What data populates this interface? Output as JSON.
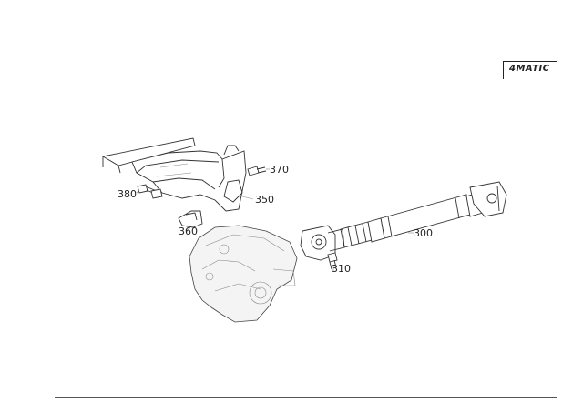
{
  "badge": {
    "text": "4MATIC"
  },
  "callouts": [
    {
      "id": "370",
      "label": "370"
    },
    {
      "id": "380",
      "label": "380"
    },
    {
      "id": "350",
      "label": "350"
    },
    {
      "id": "360",
      "label": "360"
    },
    {
      "id": "300",
      "label": "300"
    },
    {
      "id": "310",
      "label": "310"
    }
  ],
  "colors": {
    "line": "#333333",
    "background": "#ffffff"
  }
}
